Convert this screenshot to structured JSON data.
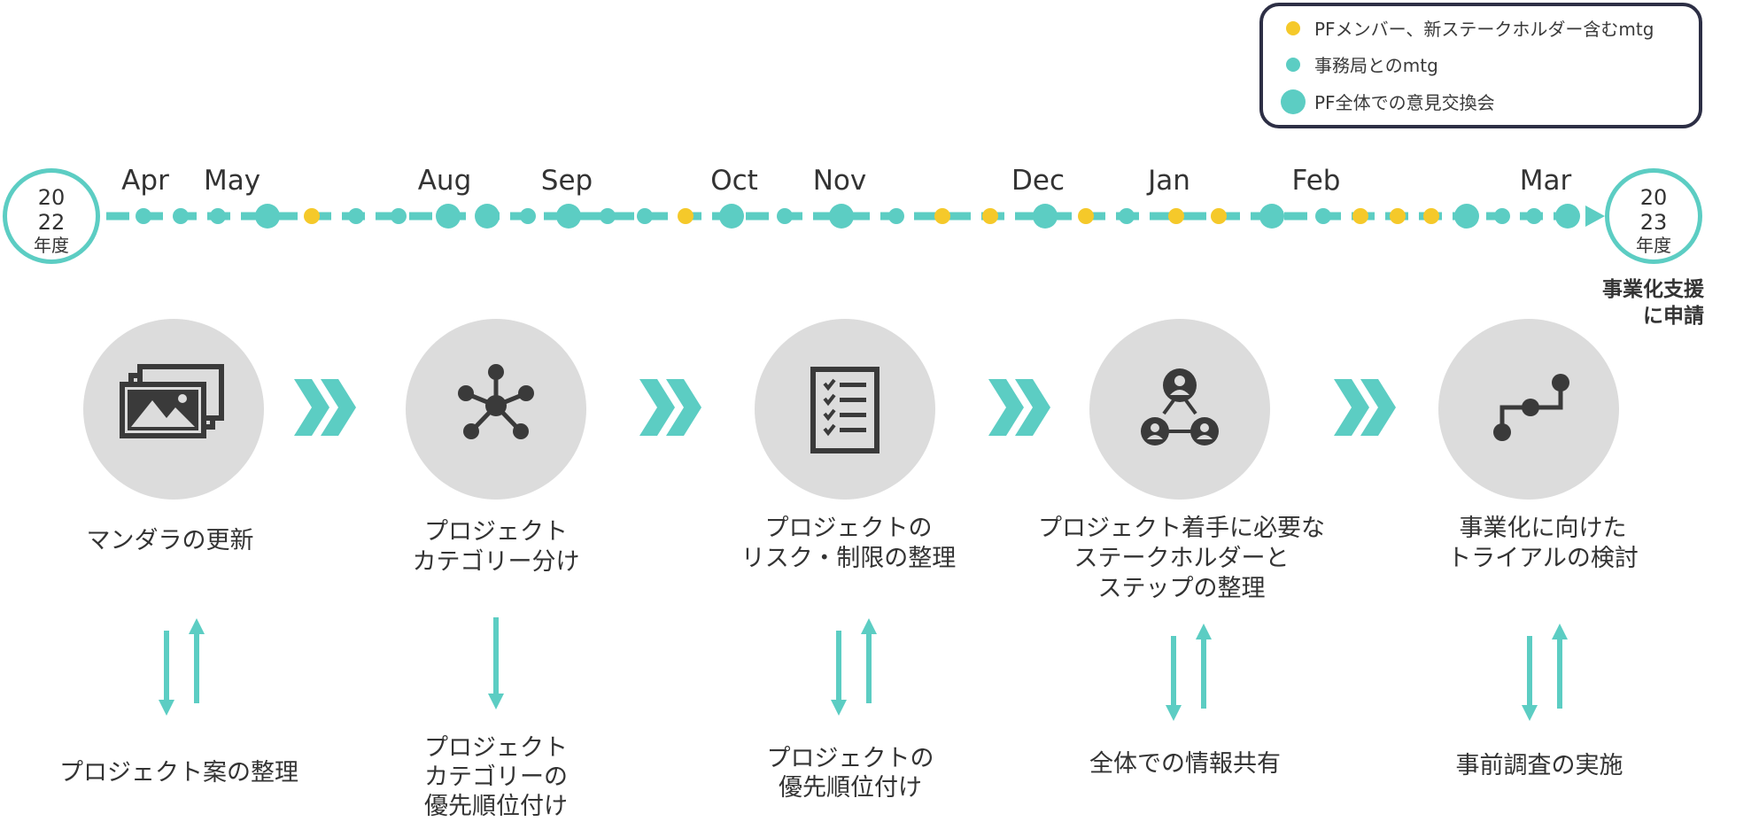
{
  "legend": {
    "items": [
      {
        "label": "PFメンバー、新ステークホルダー含むmtg",
        "color": "#f5c92a",
        "kind": "yellow-dot"
      },
      {
        "label": "事務局とのmtg",
        "color": "#5ccdc3",
        "kind": "teal-small-dot"
      },
      {
        "label": "PF全体での意見交換会",
        "color": "#5ccdc3",
        "kind": "teal-large-dot"
      }
    ]
  },
  "timeline": {
    "start_year": {
      "line1": "20",
      "line2": "22",
      "line3": "年度"
    },
    "end_year": {
      "line1": "20",
      "line2": "23",
      "line3": "年度"
    },
    "months": [
      "Apr",
      "May",
      "Aug",
      "Sep",
      "Oct",
      "Nov",
      "Dec",
      "Jan",
      "Feb",
      "Mar"
    ],
    "end_note_line1": "事業化支援",
    "end_note_line2": "に申請",
    "colors": {
      "teal": "#5ccdc3",
      "yellow": "#f5c92a"
    }
  },
  "steps": [
    {
      "label": "マンダラの更新",
      "icon": "images-icon",
      "sub_label": "プロジェクト案の整理"
    },
    {
      "label": "プロジェクト\nカテゴリー分け",
      "icon": "network-icon",
      "sub_label": "プロジェクト\nカテゴリーの\n優先順位付け"
    },
    {
      "label": "プロジェクトの\nリスク・制限の整理",
      "icon": "checklist-icon",
      "sub_label": "プロジェクトの\n優先順位付け"
    },
    {
      "label": "プロジェクト着手に必要な\nステークホルダーと\nステップの整理",
      "icon": "stakeholders-icon",
      "sub_label": "全体での情報共有"
    },
    {
      "label": "事業化に向けた\nトライアルの検討",
      "icon": "roadmap-icon",
      "sub_label": "事前調査の実施"
    }
  ]
}
